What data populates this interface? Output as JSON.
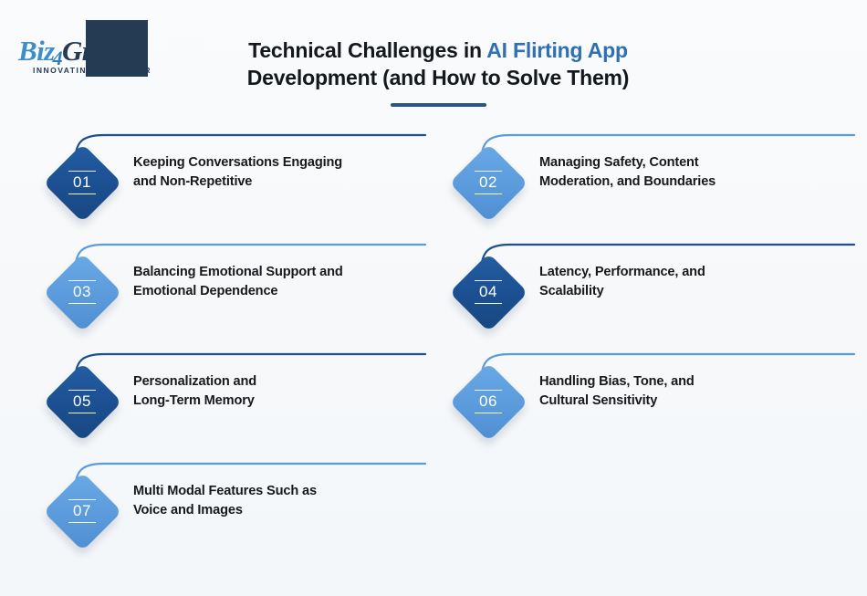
{
  "background_color": "#f7f9fb",
  "brand": {
    "logo_name_part1": "Biz",
    "logo_name_part2": "4",
    "logo_name_part3": "Group",
    "logo_tagline": "INNOVATING TOGETHER",
    "dark_color": "#243b53",
    "light_color": "#3d8ec9"
  },
  "header": {
    "title_line1_plain": "Technical Challenges in ",
    "title_line1_accent": "AI Flirting App",
    "title_line2": "Development (and How to Solve Them)",
    "accent_color": "#2f6fb5",
    "rule_color": "#2b5584"
  },
  "items": [
    {
      "number": "01",
      "line1": "Keeping Conversations Engaging",
      "line2": "and Non-Repetitive",
      "tone": "dark",
      "color": "#1b4f91",
      "column": "left"
    },
    {
      "number": "02",
      "line1": "Managing Safety, Content",
      "line2": "Moderation, and Boundaries",
      "tone": "light",
      "color": "#5b9bdc",
      "column": "right"
    },
    {
      "number": "03",
      "line1": "Balancing Emotional Support and",
      "line2": "Emotional Dependence",
      "tone": "light",
      "color": "#5b9bdc",
      "column": "left"
    },
    {
      "number": "04",
      "line1": "Latency, Performance, and",
      "line2": "Scalability",
      "tone": "dark",
      "color": "#1b4f91",
      "column": "right"
    },
    {
      "number": "05",
      "line1": "Personalization and",
      "line2": "Long-Term Memory",
      "tone": "dark",
      "color": "#1b4f91",
      "column": "left"
    },
    {
      "number": "06",
      "line1": "Handling Bias, Tone, and",
      "line2": "Cultural Sensitivity",
      "tone": "light",
      "color": "#5b9bdc",
      "column": "right"
    },
    {
      "number": "07",
      "line1": "Multi Modal Features Such as",
      "line2": "Voice and Images",
      "tone": "light",
      "color": "#5b9bdc",
      "column": "left"
    }
  ]
}
